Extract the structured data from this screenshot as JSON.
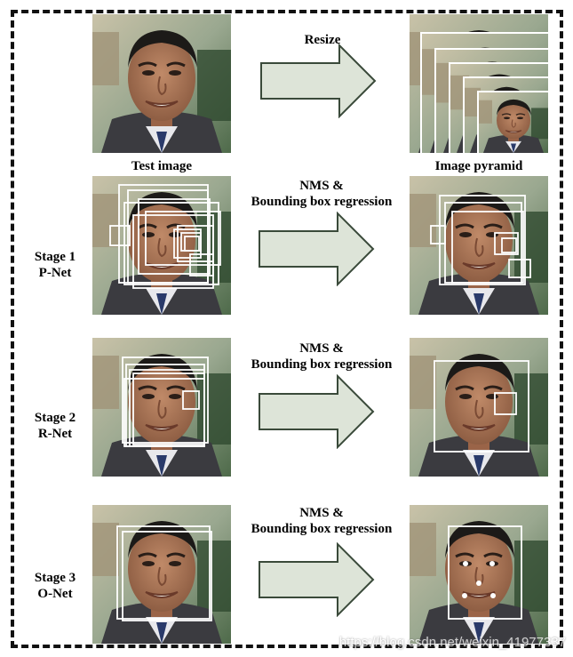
{
  "labels": {
    "resize": "Resize",
    "test_image": "Test image",
    "image_pyramid": "Image pyramid",
    "nms_line1": "NMS &",
    "nms_line2": "Bounding box regression"
  },
  "stages": [
    {
      "stage": "Stage 1",
      "net": "P-Net"
    },
    {
      "stage": "Stage 2",
      "net": "R-Net"
    },
    {
      "stage": "Stage 3",
      "net": "O-Net"
    }
  ],
  "watermark": "https://blog.csdn.net/weixin_41977337",
  "colors": {
    "arrow_fill": "#dde4d8",
    "arrow_stroke": "#3a4a3a",
    "border": "#111111",
    "box": "#ffffff"
  }
}
